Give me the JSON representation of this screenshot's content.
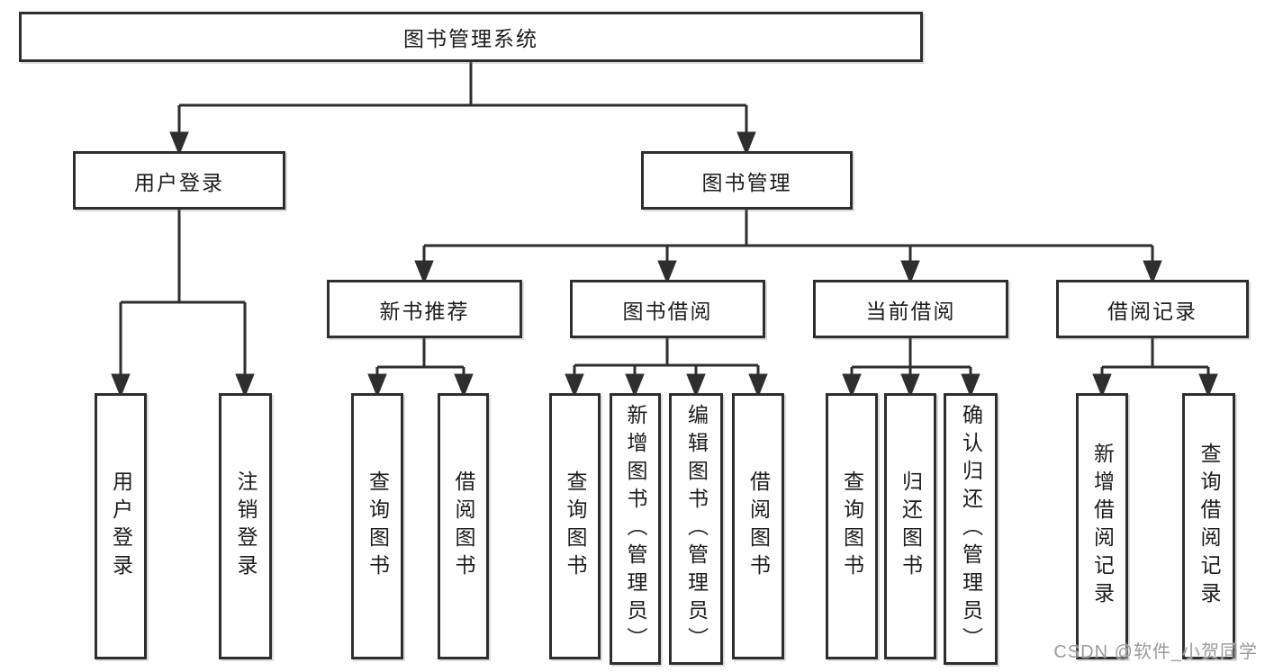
{
  "diagram": {
    "title": "图书管理系统",
    "colors": {
      "line": "#2e2e2e",
      "box_border": "#2e2e2e",
      "box_fill": "#ffffff",
      "text": "#1c1c1c",
      "watermark": "#9b9b9b"
    },
    "tree": {
      "label": "图书管理系统",
      "children": [
        {
          "label": "用户登录",
          "children": [
            {
              "label": "用户登录"
            },
            {
              "label": "注销登录"
            }
          ]
        },
        {
          "label": "图书管理",
          "children": [
            {
              "label": "新书推荐",
              "children": [
                {
                  "label": "查询图书"
                },
                {
                  "label": "借阅图书"
                }
              ]
            },
            {
              "label": "图书借阅",
              "children": [
                {
                  "label": "查询图书"
                },
                {
                  "label": "新增图书（管理员）"
                },
                {
                  "label": "编辑图书（管理员）"
                },
                {
                  "label": "借阅图书"
                }
              ]
            },
            {
              "label": "当前借阅",
              "children": [
                {
                  "label": "查询图书"
                },
                {
                  "label": "归还图书"
                },
                {
                  "label": "确认归还（管理员）"
                }
              ]
            },
            {
              "label": "借阅记录",
              "children": [
                {
                  "label": "新增借阅记录"
                },
                {
                  "label": "查询借阅记录"
                }
              ]
            }
          ]
        }
      ]
    }
  },
  "watermark": {
    "text": "CSDN @软件_小贺同学"
  }
}
